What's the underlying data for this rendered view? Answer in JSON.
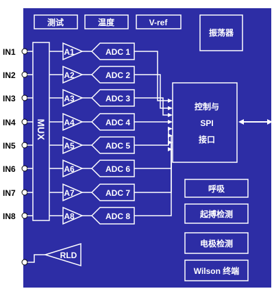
{
  "top_boxes": [
    "测试",
    "温度",
    "V-ref"
  ],
  "oscillator": "振荡器",
  "inputs": [
    "IN1",
    "IN2",
    "IN3",
    "IN4",
    "IN5",
    "IN6",
    "IN7",
    "IN8"
  ],
  "mux": "MUX",
  "amplifiers": [
    "A1",
    "A2",
    "A3",
    "A4",
    "A5",
    "A6",
    "A7",
    "A8"
  ],
  "adcs": [
    "ADC 1",
    "ADC 2",
    "ADC 3",
    "ADC 4",
    "ADC 5",
    "ADC 6",
    "ADC 7",
    "ADC 8"
  ],
  "interface": [
    "控制与",
    "SPI",
    "接口"
  ],
  "side_blocks": [
    "呼吸",
    "起搏检测",
    "电极检测",
    "Wilson 终端"
  ],
  "rld": "RLD",
  "colors": {
    "chip": "#2d2da5",
    "line": "#ffffff",
    "text": "#ffffff",
    "pin_text": "#000000"
  }
}
